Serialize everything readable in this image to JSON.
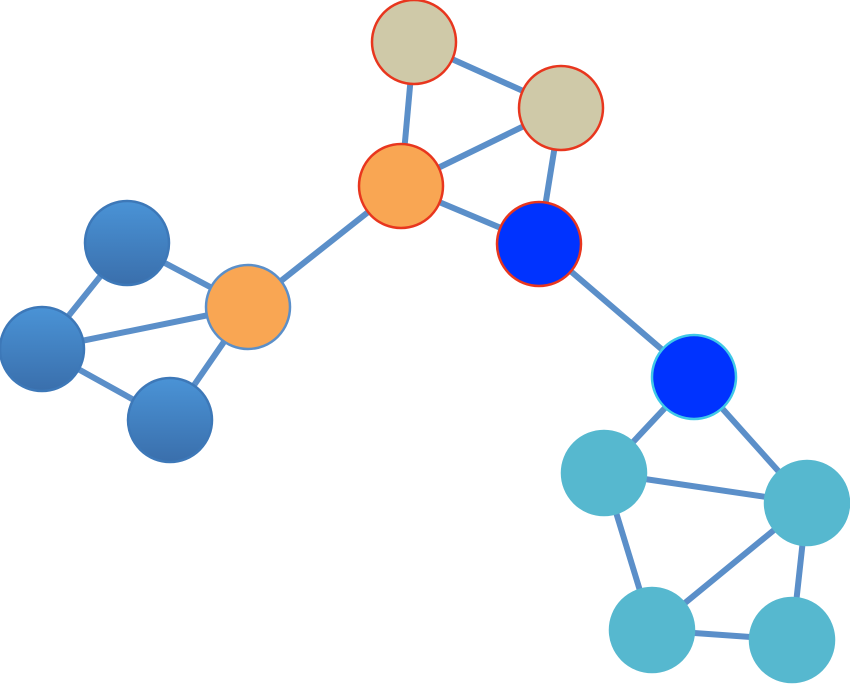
{
  "graph": {
    "edge_color": "#5B8FC9",
    "colors": {
      "tan": "#CFC9A8",
      "orange": "#F9A653",
      "royal_blue": "#0033FF",
      "steel_blue": "#4389CC",
      "cyan": "#56B8CF",
      "red_outline": "#E8361E",
      "light_outline": "#5B8FC9",
      "cyan_outline": "#3FC8E8"
    },
    "nodes": [
      {
        "id": "n1",
        "fill": "tan",
        "outline": "red_outline"
      },
      {
        "id": "n2",
        "fill": "tan",
        "outline": "red_outline"
      },
      {
        "id": "n3",
        "fill": "orange",
        "outline": "red_outline"
      },
      {
        "id": "n4",
        "fill": "royal_blue",
        "outline": "red_outline"
      },
      {
        "id": "n5",
        "fill": "royal_blue",
        "outline": "cyan_outline"
      },
      {
        "id": "n6",
        "fill": "orange",
        "outline": "light_outline"
      },
      {
        "id": "n7",
        "fill": "steel_blue",
        "outline": "steel_blue"
      },
      {
        "id": "n8",
        "fill": "steel_blue",
        "outline": "steel_blue"
      },
      {
        "id": "n9",
        "fill": "steel_blue",
        "outline": "steel_blue"
      },
      {
        "id": "n10",
        "fill": "cyan",
        "outline": "cyan"
      },
      {
        "id": "n11",
        "fill": "cyan",
        "outline": "cyan"
      },
      {
        "id": "n12",
        "fill": "cyan",
        "outline": "cyan"
      },
      {
        "id": "n13",
        "fill": "cyan",
        "outline": "cyan"
      }
    ],
    "edges": [
      [
        "n1",
        "n2"
      ],
      [
        "n1",
        "n3"
      ],
      [
        "n3",
        "n2"
      ],
      [
        "n2",
        "n4"
      ],
      [
        "n3",
        "n4"
      ],
      [
        "n3",
        "n6"
      ],
      [
        "n4",
        "n5"
      ],
      [
        "n6",
        "n7"
      ],
      [
        "n6",
        "n8"
      ],
      [
        "n6",
        "n9"
      ],
      [
        "n7",
        "n8"
      ],
      [
        "n8",
        "n9"
      ],
      [
        "n5",
        "n10"
      ],
      [
        "n5",
        "n11"
      ],
      [
        "n10",
        "n11"
      ],
      [
        "n10",
        "n12"
      ],
      [
        "n11",
        "n12"
      ],
      [
        "n11",
        "n13"
      ],
      [
        "n12",
        "n13"
      ]
    ]
  }
}
